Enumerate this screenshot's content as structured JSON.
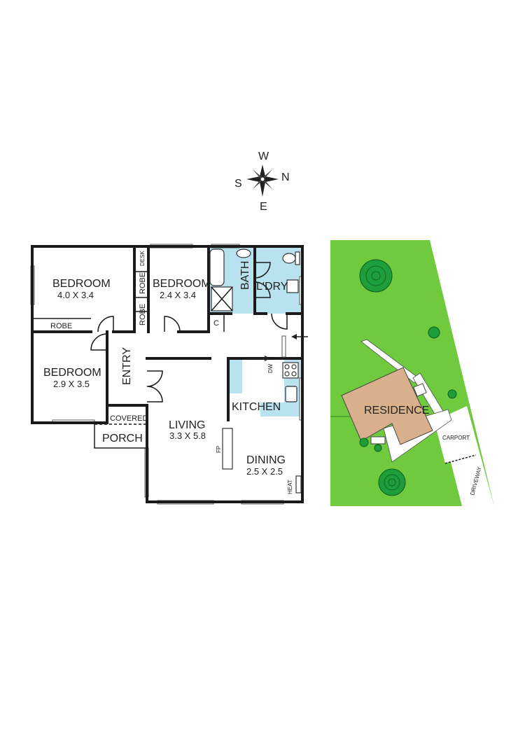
{
  "compass": {
    "north": "N",
    "south": "S",
    "east": "E",
    "west": "W"
  },
  "floorplan": {
    "bedroom1": {
      "name": "BEDROOM",
      "dims": "4.0 X 3.4"
    },
    "bedroom2": {
      "name": "BEDROOM",
      "dims": "2.4 X 3.4"
    },
    "bedroom3": {
      "name": "BEDROOM",
      "dims": "2.9 X 3.5"
    },
    "robe_bedroom1": "ROBE",
    "robe_upper": "ROBE",
    "robe_lower": "ROBE",
    "desk": "DESK",
    "bath": "BATH",
    "laundry": "L'DRY",
    "cupboard": "C",
    "entry": "ENTRY",
    "covered": "COVERED",
    "porch": "PORCH",
    "living": {
      "name": "LIVING",
      "dims": "3.3 X 5.8"
    },
    "fireplace": "FP",
    "kitchen": "KITCHEN",
    "dishwasher": "DW",
    "dining": {
      "name": "DINING",
      "dims": "2.5 X 2.5"
    },
    "heater": "HEAT"
  },
  "siteplan": {
    "residence": "RESIDENCE",
    "carport": "CARPORT",
    "driveway": "DRIVEWAY"
  },
  "colors": {
    "wet_area": "#b8e2ee",
    "lawn": "#6fca3e",
    "residence_roof": "#d9b08c",
    "tree": "#1d9e3a"
  }
}
